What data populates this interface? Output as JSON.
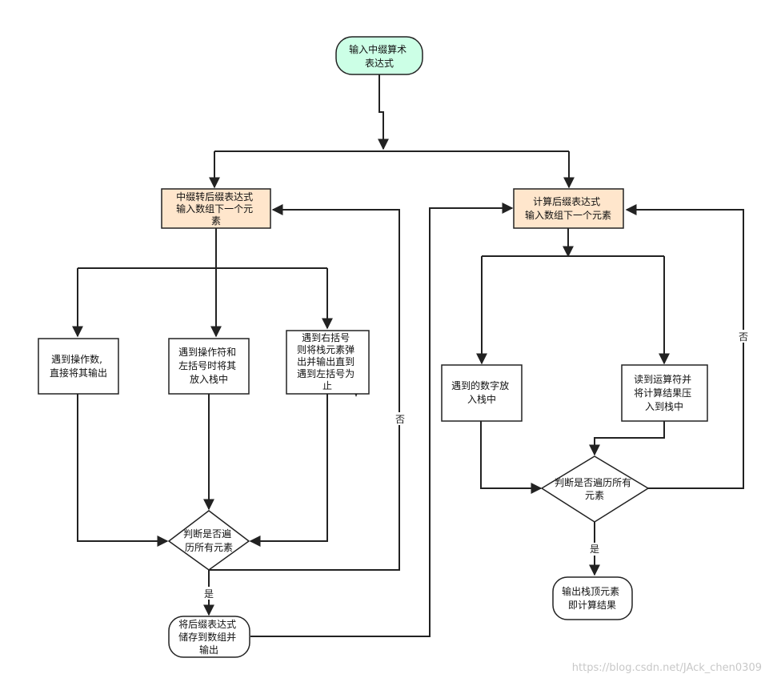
{
  "nodes": {
    "start": {
      "lines": [
        "输入中缀算术",
        "表达式"
      ],
      "fill": "#ccffe6"
    },
    "infix_to_postfix": {
      "lines": [
        "中缀转后缀表达式",
        "输入数组下一个元",
        "素"
      ],
      "fill": "#ffe6cc"
    },
    "operand": {
      "lines": [
        "遇到操作数,",
        "直接将其输出"
      ]
    },
    "operator_lparen": {
      "lines": [
        "遇到操作符和",
        "左括号时将其",
        "放入栈中"
      ]
    },
    "rparen": {
      "lines": [
        "遇到右括号",
        "则将栈元素弹",
        "出并输出直到",
        "遇到左括号为",
        "止"
      ]
    },
    "check_all_left": {
      "lines": [
        "判断是否遍",
        "历所有元素"
      ]
    },
    "store_output": {
      "lines": [
        "将后缀表达式",
        "储存到数组并",
        "输出"
      ]
    },
    "eval_postfix": {
      "lines": [
        "计算后缀表达式",
        "输入数组下一个元素"
      ],
      "fill": "#ffe6cc"
    },
    "push_number": {
      "lines": [
        "遇到的数字放",
        "入栈中"
      ]
    },
    "apply_operator": {
      "lines": [
        "读到运算符并",
        "将计算结果压",
        "入到栈中"
      ]
    },
    "check_all_right": {
      "lines": [
        "判断是否遍历所有",
        "元素"
      ]
    },
    "output_result": {
      "lines": [
        "输出栈顶元素",
        "即计算结果"
      ]
    }
  },
  "edge_labels": {
    "left_no": "否",
    "left_yes": "是",
    "right_no": "否",
    "right_yes": "是"
  },
  "watermark": "https://blog.csdn.net/JAck_chen0309"
}
